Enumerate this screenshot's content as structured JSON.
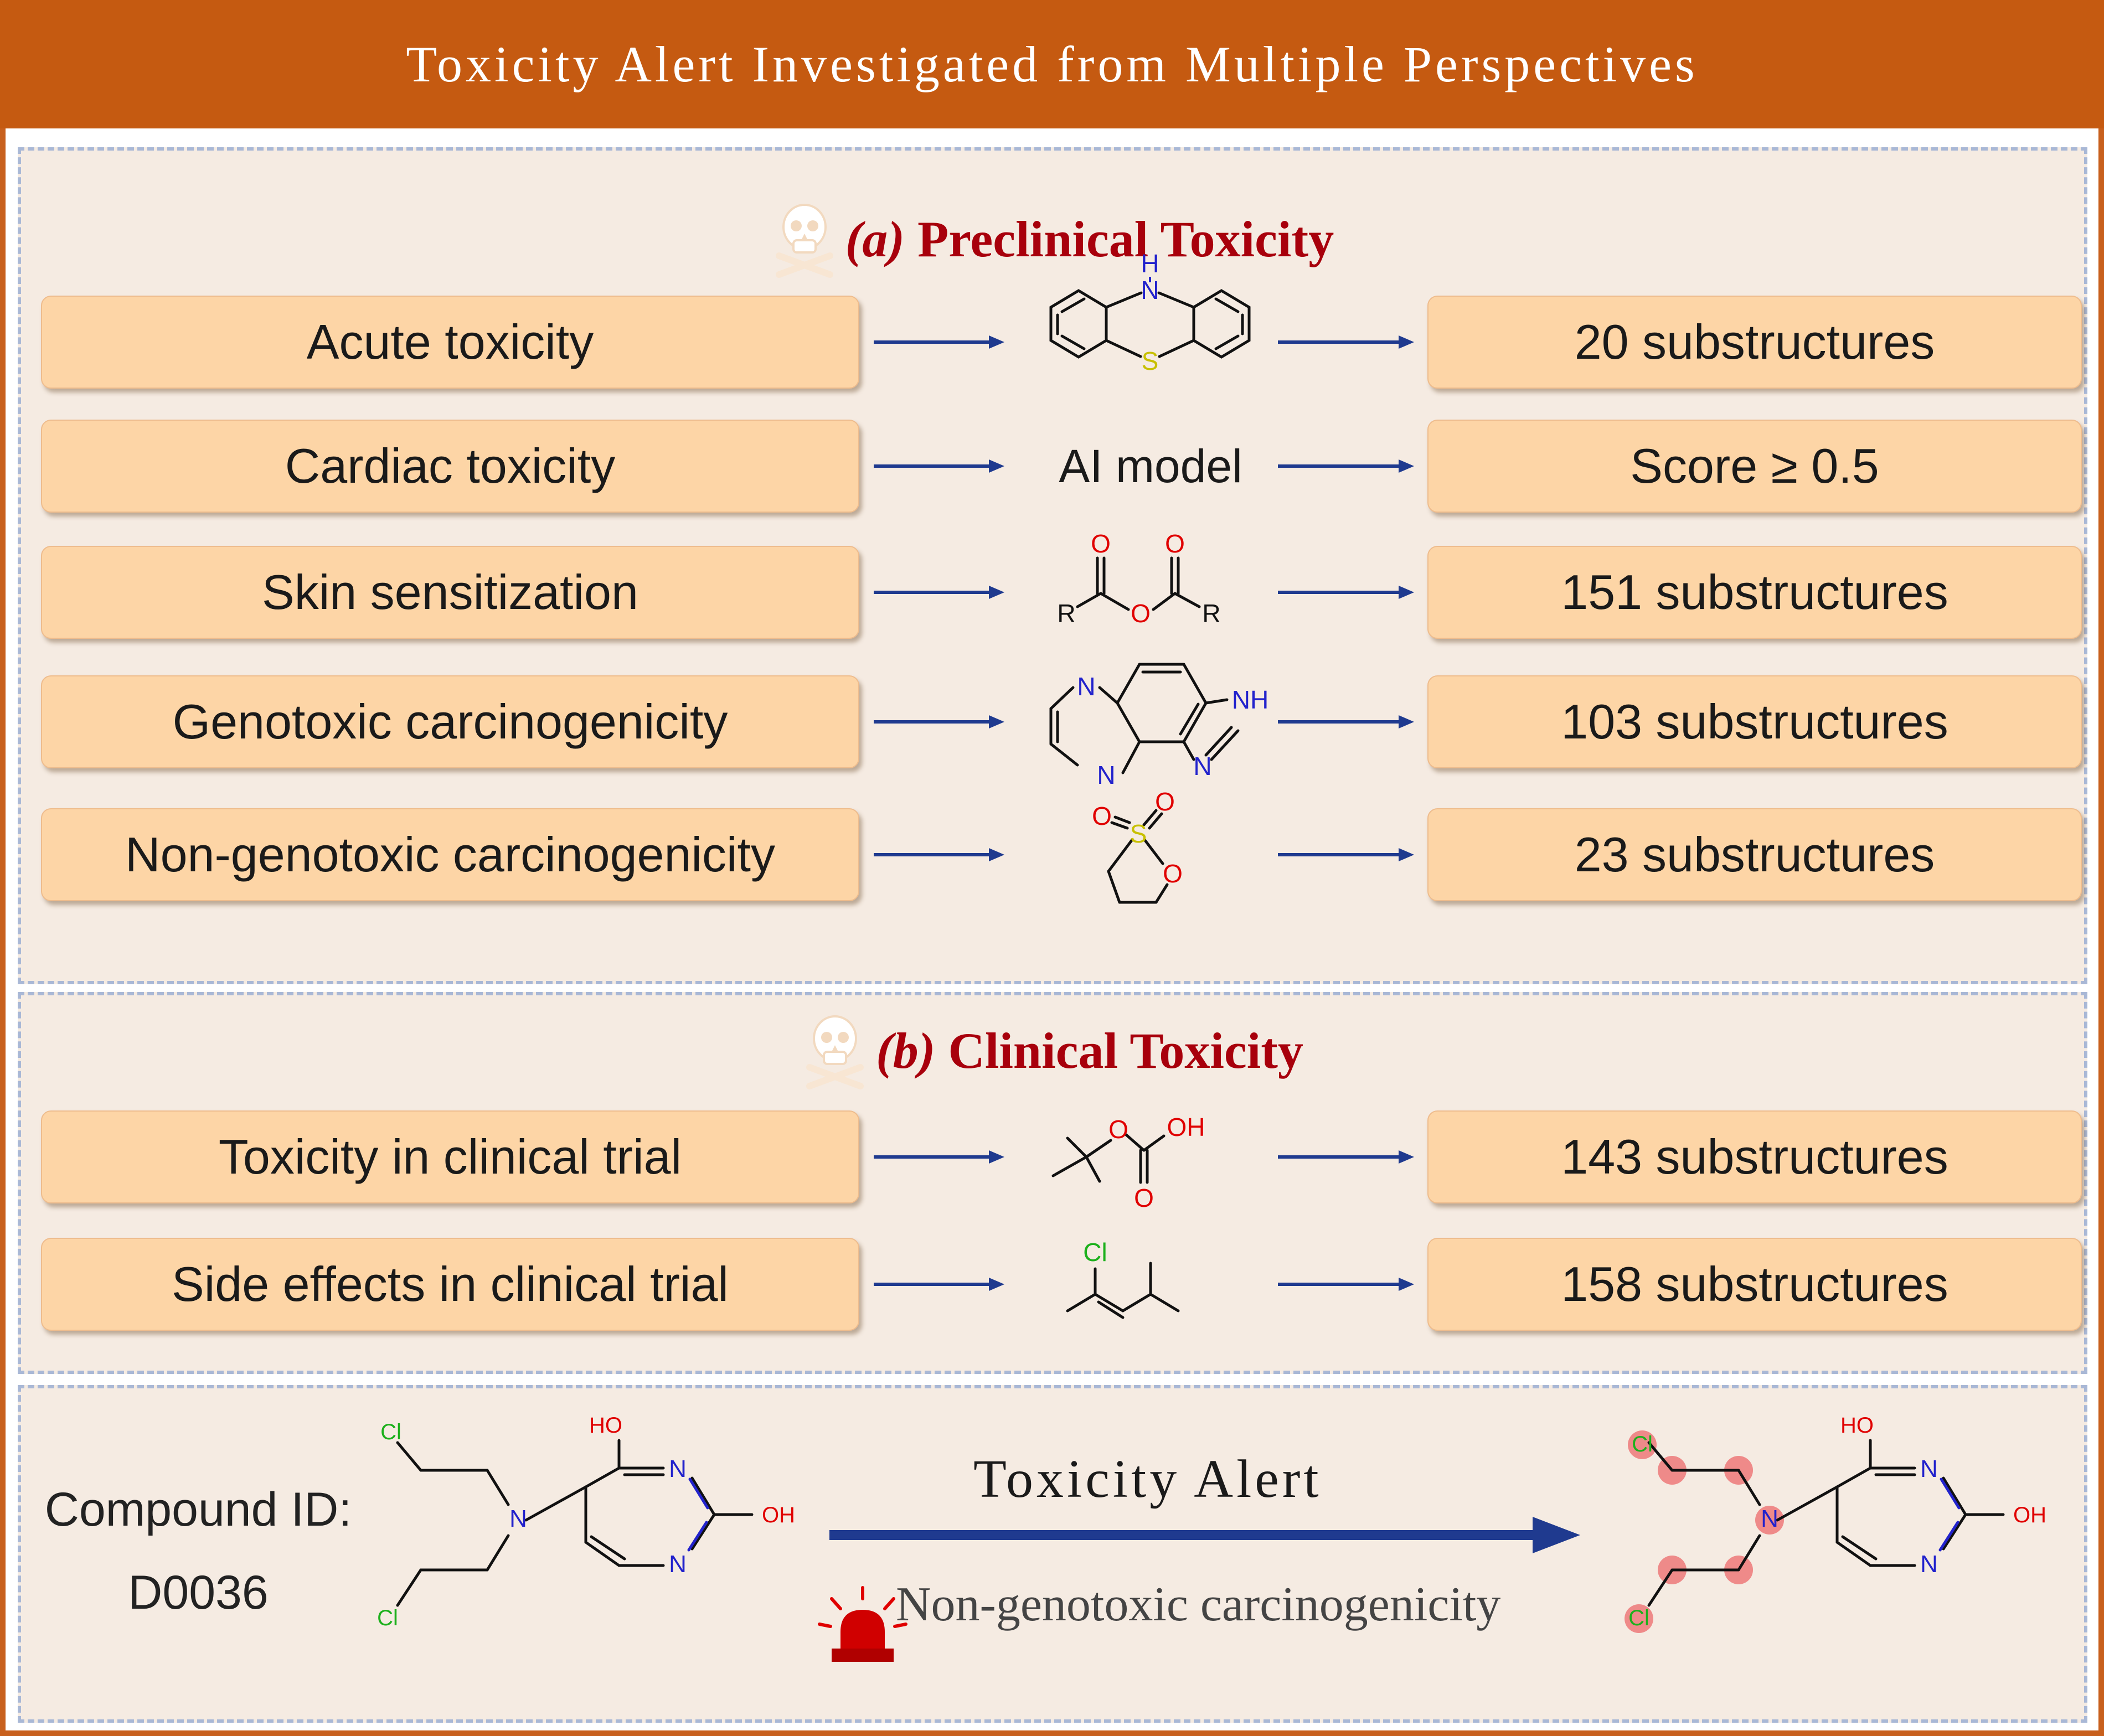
{
  "header": {
    "title": "Toxicity Alert Investigated from Multiple Perspectives"
  },
  "colors": {
    "header_bg": "#c55a11",
    "panel_bg": "#f5ebe2",
    "box_fill": "#fdd5a6",
    "heading_red": "#a8000c",
    "arrow_blue": "#1f3a8f",
    "nitrogen_blue": "#2222cc",
    "oxygen_red": "#e00000",
    "sulfur_yellow": "#c8c000",
    "chlorine_green": "#1cb01c",
    "highlight_pink": "#ee8080"
  },
  "icons": {
    "skull": "skull-crossbones-icon",
    "siren": "alarm-siren-icon"
  },
  "panel_a": {
    "letter": "(a)",
    "title": "Preclinical Toxicity",
    "rows": [
      {
        "label": "Acute toxicity",
        "method": "",
        "result": "20 substructures"
      },
      {
        "label": "Cardiac toxicity",
        "method": "AI model",
        "result": "Score ≥ 0.5"
      },
      {
        "label": "Skin sensitization",
        "method": "",
        "result": "151 substructures"
      },
      {
        "label": "Genotoxic carcinogenicity",
        "method": "",
        "result": "103 substructures"
      },
      {
        "label": "Non-genotoxic carcinogenicity",
        "method": "",
        "result": "23 substructures"
      }
    ]
  },
  "panel_b": {
    "letter": "(b)",
    "title": "Clinical Toxicity",
    "rows": [
      {
        "label": "Toxicity in clinical trial",
        "result": "143 substructures"
      },
      {
        "label": "Side effects in clinical trial",
        "result": "158 substructures"
      }
    ]
  },
  "panel_c": {
    "compound_label": "Compound ID:",
    "compound_id": "D0036",
    "alert_title": "Toxicity Alert",
    "alert_type": "Non-genotoxic carcinogenicity"
  },
  "atoms": {
    "N": "N",
    "NH": "NH",
    "H": "H",
    "S": "S",
    "O": "O",
    "R": "R",
    "OH": "OH",
    "HO": "HO",
    "Cl": "Cl"
  }
}
